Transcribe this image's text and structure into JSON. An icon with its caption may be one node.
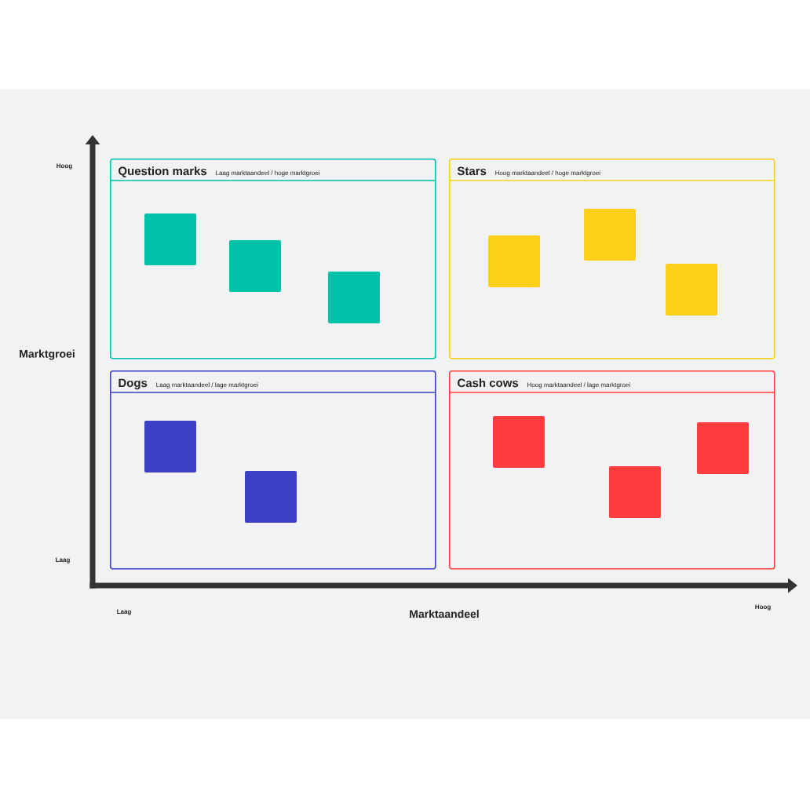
{
  "diagram": {
    "nodes": [
      {
        "text": [
          "Question marks",
          "Laag marktaandeel / hoge marktgroei"
        ]
      },
      {
        "text": [
          "Stars",
          "Hoog marktaandeel / hoge marktgroei"
        ]
      },
      {
        "text": [
          "Dogs",
          "Laag marktaandeel / lage marktgroei"
        ]
      },
      {
        "text": [
          "Cash cows",
          "Hoog marktaandeel / lage marktgroei"
        ]
      }
    ],
    "labels": [
      "Hoog",
      "Marktgroei",
      "Laag",
      "Laag",
      "Marktaandeel",
      "Hoog"
    ]
  }
}
